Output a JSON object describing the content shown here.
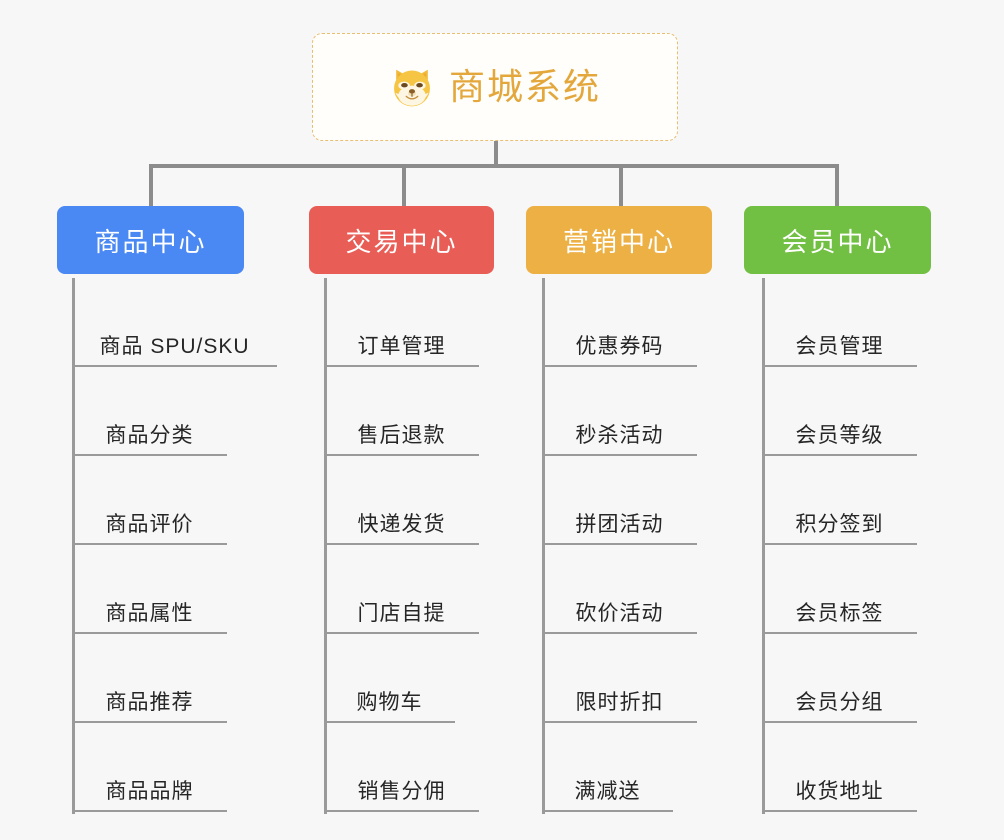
{
  "root": {
    "title": "商城系统",
    "icon": "shiba-dog-icon",
    "border_color": "#e9bd72",
    "text_color": "#e3a73c",
    "background": "#fffefb"
  },
  "canvas": {
    "background": "#f7f7f7",
    "connector_color": "#8c8c8c",
    "leaf_line_color": "#9a9a9a"
  },
  "branches": [
    {
      "label": "商品中心",
      "color": "#4a89f3",
      "items": [
        "商品 SPU/SKU",
        "商品分类",
        "商品评价",
        "商品属性",
        "商品推荐",
        "商品品牌"
      ]
    },
    {
      "label": "交易中心",
      "color": "#e95d57",
      "items": [
        "订单管理",
        "售后退款",
        "快递发货",
        "门店自提",
        "购物车",
        "销售分佣"
      ]
    },
    {
      "label": "营销中心",
      "color": "#edb044",
      "items": [
        "优惠券码",
        "秒杀活动",
        "拼团活动",
        "砍价活动",
        "限时折扣",
        "满减送"
      ]
    },
    {
      "label": "会员中心",
      "color": "#72c043",
      "items": [
        "会员管理",
        "会员等级",
        "积分签到",
        "会员标签",
        "会员分组",
        "收货地址"
      ]
    }
  ]
}
